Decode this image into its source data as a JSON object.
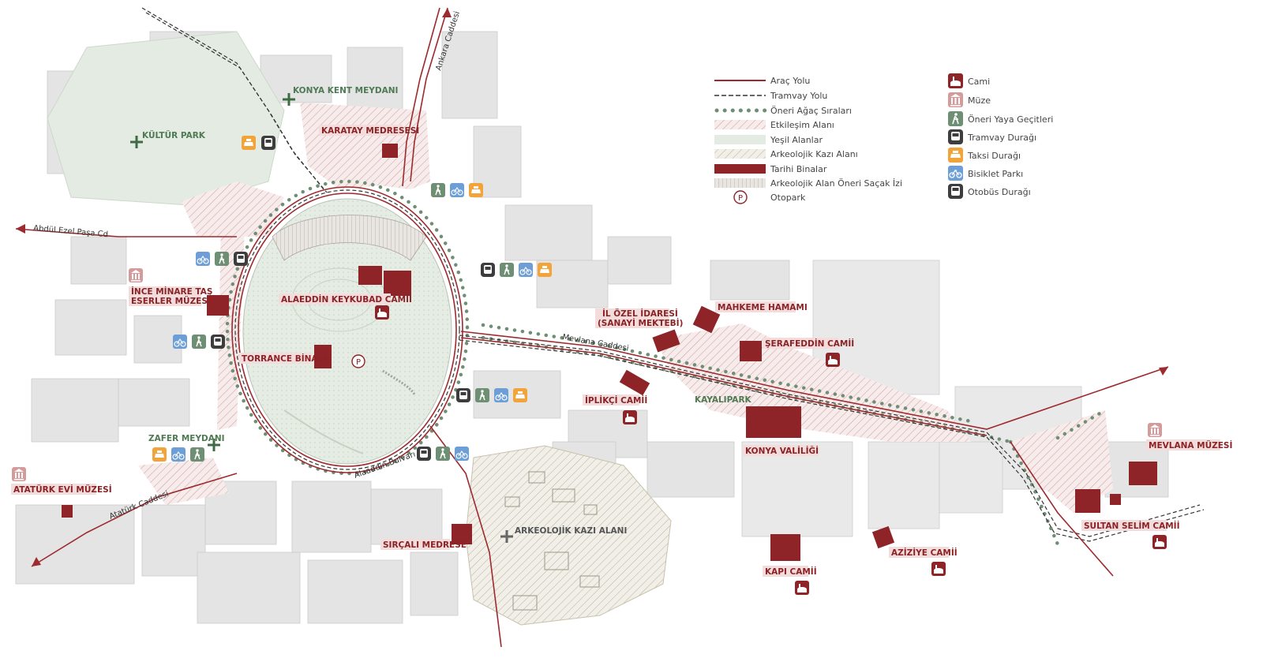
{
  "colors": {
    "road": "#9c2a2e",
    "building_historic": "#8e2428",
    "green_area": "#e3ebe2",
    "interaction_hatch": "#d9a3a3",
    "excavation_hatch": "#b9b29c",
    "tree_dot": "#6f8f74",
    "block_fill": "#e4e4e4",
    "block_stroke": "#c9c9c9",
    "icon_bike": "#6d9fd6",
    "icon_pedestrian": "#6f8f74",
    "icon_taxi": "#f2a33a",
    "icon_tram": "#3d3d3d",
    "icon_bus": "#3d3d3d",
    "icon_mosque": "#8e2428",
    "icon_museum": "#d49b9b"
  },
  "legend": {
    "left": [
      {
        "key": "road",
        "label": "Araç Yolu"
      },
      {
        "key": "tram",
        "label": "Tramvay Yolu"
      },
      {
        "key": "trees",
        "label": "Öneri Ağaç Sıraları"
      },
      {
        "key": "interaction",
        "label": "Etkileşim Alanı"
      },
      {
        "key": "green",
        "label": "Yeşil Alanlar"
      },
      {
        "key": "excavation",
        "label": "Arkeolojik Kazı Alanı"
      },
      {
        "key": "historic",
        "label": "Tarihi Binalar"
      },
      {
        "key": "canopy",
        "label": "Arkeolojik Alan Öneri Saçak İzi"
      },
      {
        "key": "parking",
        "label": "Otopark"
      }
    ],
    "right": [
      {
        "icon": "mosque-icon",
        "label": "Cami"
      },
      {
        "icon": "museum-icon",
        "label": "Müze"
      },
      {
        "icon": "pedestrian-icon",
        "label": "Öneri Yaya Geçitleri"
      },
      {
        "icon": "tram-icon",
        "label": "Tramvay Durağı"
      },
      {
        "icon": "taxi-icon",
        "label": "Taksi Durağı"
      },
      {
        "icon": "bike-icon",
        "label": "Bisiklet Parkı"
      },
      {
        "icon": "bus-icon",
        "label": "Otobüs Durağı"
      }
    ]
  },
  "parking_symbol": "P",
  "places": {
    "konya_kent_meydani": "KONYA KENT MEYDANI",
    "kultur_park": "KÜLTÜR PARK",
    "karatay_medresesi": "KARATAY MEDRESESİ",
    "ince_minare_1": "İNCE MİNARE TAŞ",
    "ince_minare_2": "ESERLER MÜZESİ",
    "alaeddin_camii": "ALAEDDİN KEYKUBAD CAMİİ",
    "torrance_binasi": "TORRANCE BİNASI",
    "zafer_meydani": "ZAFER MEYDANI",
    "ataturk_muzesi": "ATATÜRK EVİ MÜZESİ",
    "sircali_medrese": "SIRÇALI MEDRESE",
    "arkeolojik_kazi": "ARKEOLOJİK KAZI ALANI",
    "iplikci_camii": "İPLİKÇİ CAMİİ",
    "il_ozel_1": "İL ÖZEL İDARESİ",
    "il_ozel_2": "(SANAYİ MEKTEBİ)",
    "mahkeme_hamami": "MAHKEME HAMAMI",
    "serafeddin_camii": "ŞERAFEDDİN CAMİİ",
    "kayalipark": "KAYALIPARK",
    "konya_valiligi": "KONYA VALİLİĞİ",
    "kapi_camii": "KAPI CAMİİ",
    "aziziye_camii": "AZİZİYE CAMİİ",
    "mevlana_muzesi": "MEVLANA MÜZESİ",
    "sultan_selim_camii": "SULTAN SELİM CAMİİ"
  },
  "streets": {
    "ankara": "Ankara Caddesi",
    "abdul_ezel": "Abdül Ezel Paşa Cd",
    "mevlana": "Mevlana Caddesi",
    "alaaddin": "Alaaddin Bulvarı",
    "ataturk": "Atatürk Caddesi"
  }
}
